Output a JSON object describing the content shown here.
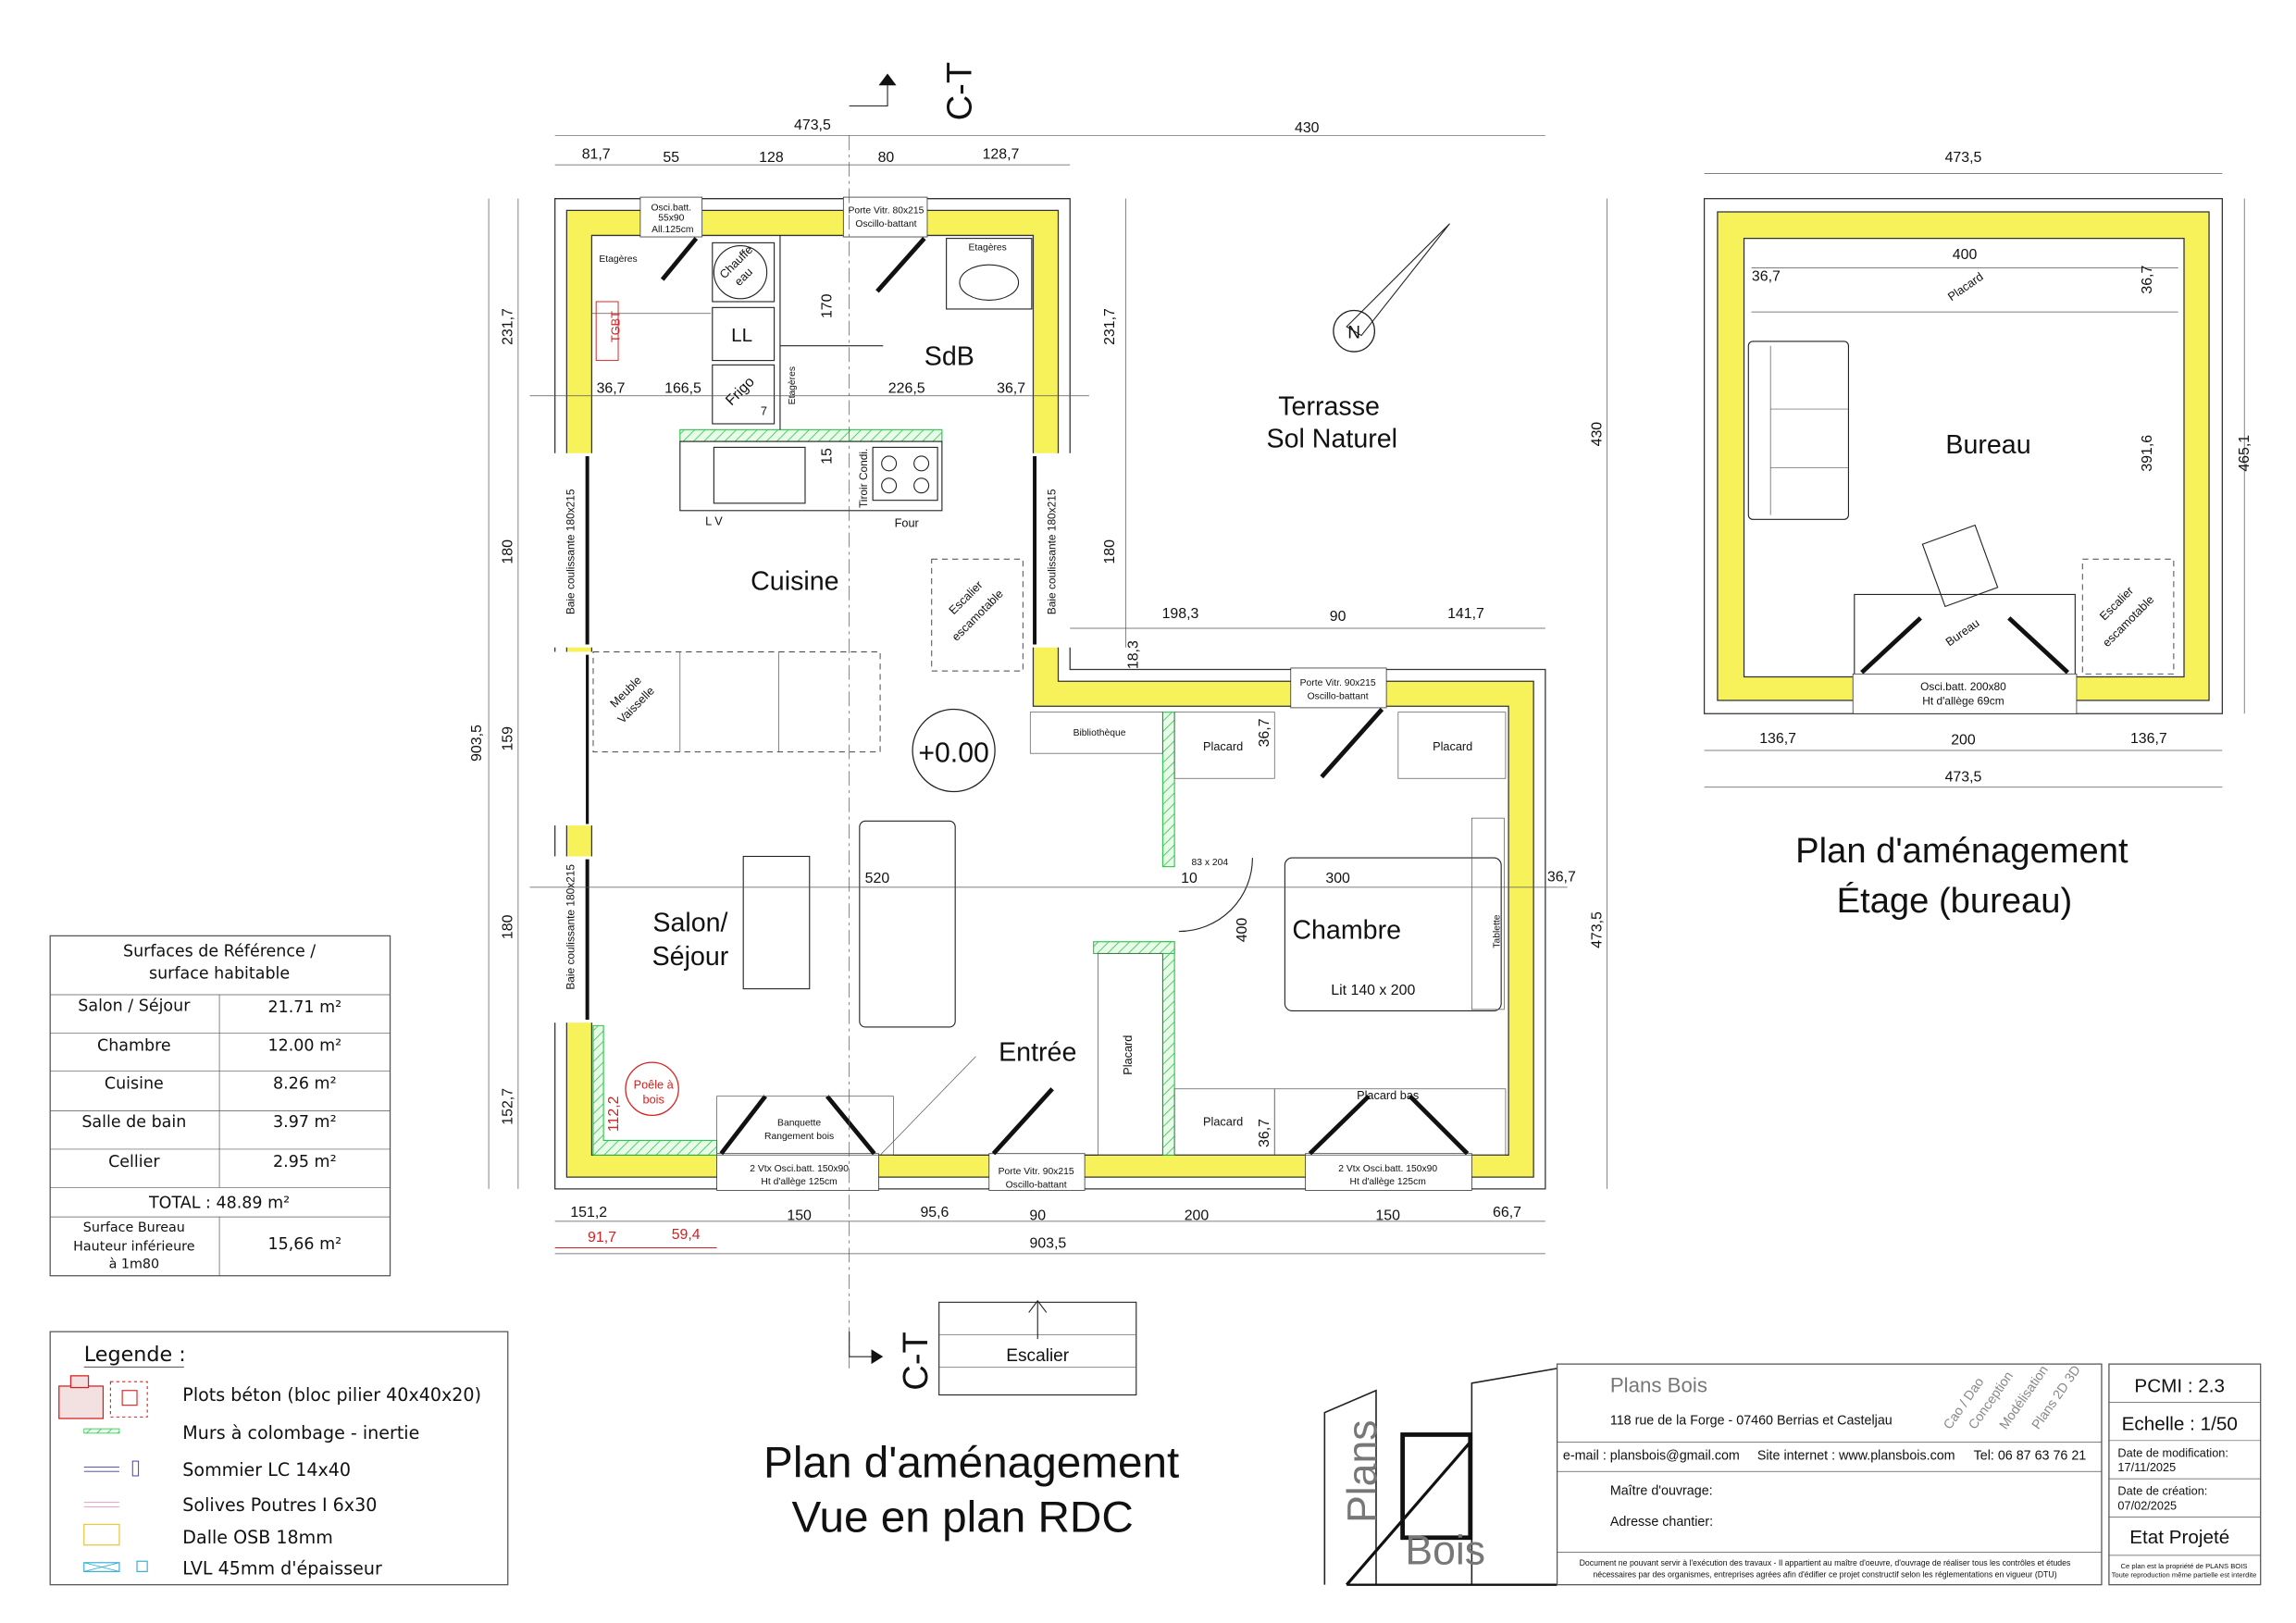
{
  "plan_rdc": {
    "title_line1": "Plan d'aménagement",
    "title_line2": "Vue en plan RDC",
    "section_marker": "C-T",
    "level": "+0.00",
    "rooms": {
      "cuisine": "Cuisine",
      "sdb": "SdB",
      "salon_line1": "Salon/",
      "salon_line2": "Séjour",
      "entree": "Entrée",
      "chambre": "Chambre",
      "terrasse_line1": "Terrasse",
      "terrasse_line2": "Sol Naturel"
    },
    "dims": [
      "473,5",
      "430",
      "81,7",
      "55",
      "128",
      "80",
      "128,7",
      "231,7",
      "180",
      "159",
      "180",
      "152,7",
      "903,5",
      "231,7",
      "180",
      "430",
      "473,5",
      "18,3",
      "36,7",
      "166,5",
      "226,5",
      "36,7",
      "170",
      "15",
      "7",
      "198,3",
      "90",
      "141,7",
      "36,7",
      "36,7",
      "520",
      "10",
      "300",
      "36,7",
      "400",
      "83 x 204",
      "151,2",
      "150",
      "95,6",
      "90",
      "200",
      "150",
      "66,7",
      "903,5",
      "91,7",
      "59,4",
      "112,2"
    ],
    "labels": [
      "Osci.batt.",
      "55x90",
      "All.125cm",
      "Porte Vitr. 80x215",
      "Oscillo-battant",
      "Etagères",
      "Chauffe",
      "eau",
      "LL",
      "Frigo",
      "Etagères",
      "Etagères",
      "TGBT",
      "L V",
      "Four",
      "Tiroir Condi.",
      "Baie coulissante 180x215",
      "Baie coulissante 180x215",
      "Baie coulissante 180x215",
      "Meuble",
      "Vaisselle",
      "Escalier",
      "escamotable",
      "Bibliothèque",
      "Placard",
      "Placard",
      "Porte Vitr. 90x215",
      "Oscillo-battant",
      "Lit 140 x 200",
      "Tablette",
      "Placard",
      "Placard bas",
      "Placard",
      "Banquette",
      "Rangement bois",
      "2 Vtx Osci.batt. 150x90",
      "Ht d'allège 125cm",
      "Porte Vitr. 90x215",
      "Oscillo-battant",
      "2 Vtx Osci.batt. 150x90",
      "Ht d'allège 125cm",
      "Poêle à",
      "bois",
      "Escalier"
    ]
  },
  "plan_etage": {
    "title_line1": "Plan d'aménagement",
    "title_line2": "Étage (bureau)",
    "room": "Bureau",
    "dims": [
      "473,5",
      "400",
      "36,7",
      "36,7",
      "391,6",
      "465,1",
      "136,7",
      "200",
      "136,7",
      "473,5"
    ],
    "labels": [
      "Placard",
      "Bureau",
      "Osci.batt. 200x80",
      "Ht d'allège 69cm",
      "Escalier",
      "escamotable"
    ]
  },
  "surfaces": {
    "title_line1": "Surfaces de Référence /",
    "title_line2": "surface habitable",
    "rows": [
      {
        "room": "Salon / Séjour",
        "area": "21.71 m²"
      },
      {
        "room": "Chambre",
        "area": "12.00 m²"
      },
      {
        "room": "Cuisine",
        "area": "8.26 m²"
      },
      {
        "room": "Salle de bain",
        "area": "3.97 m²"
      },
      {
        "room": "Cellier",
        "area": "2.95 m²"
      }
    ],
    "total": "TOTAL : 48.89 m²",
    "bureau_line1": "Surface Bureau",
    "bureau_line2": "Hauteur inférieure",
    "bureau_line3": "à 1m80",
    "bureau_area": "15,66 m²"
  },
  "legend": {
    "title": "Legende :",
    "items": [
      {
        "label": "Plots béton (bloc pilier 40x40x20)",
        "color": "#d62020"
      },
      {
        "label": "Murs à colombage - inertie",
        "color": "#2cc44a"
      },
      {
        "label": "Sommier LC 14x40",
        "color": "#3b3bb0"
      },
      {
        "label": "Solives Poutres I 6x30",
        "color": "#e6a0c0"
      },
      {
        "label": "Dalle OSB 18mm",
        "color": "#e8c840"
      },
      {
        "label": "LVL 45mm d'épaisseur",
        "color": "#27a9d6"
      }
    ]
  },
  "title_block": {
    "company": "Plans Bois",
    "address": "118 rue de la Forge - 07460 Berrias et Casteljau",
    "services": [
      "Cao / Dao",
      "Conception",
      "Modélisation",
      "Plans 2D 3D"
    ],
    "email": "e-mail : plansbois@gmail.com",
    "website": "Site internet : www.plansbois.com",
    "phone": "Tel: 06 87 63 76 21",
    "maitre_ouvrage": "Maître d'ouvrage:",
    "adresse_chantier": "Adresse chantier:",
    "disclaimer_line1": "Document ne pouvant servir à l'exécution des travaux - Il appartient au maître d'oeuvre, d'ouvrage de réaliser tous les contrôles et études",
    "disclaimer_line2": "nécessaires par des organismes, entreprises agrées afin d'édifier ce projet constructif selon les réglementations en vigueur (DTU)",
    "pcmi": "PCMI :  2.3",
    "echelle": "Echelle : 1/50",
    "date_modif_label": "Date de modification:",
    "date_modif": "17/11/2025",
    "date_creation_label": "Date de création:",
    "date_creation": "07/02/2025",
    "etat": "Etat Projeté",
    "property_line1": "Ce plan est la propriété de PLANS BOIS",
    "property_line2": "Toute reproduction même partielle est interdite",
    "logo_text_1": "Plans",
    "logo_text_2": "Bois"
  },
  "colors": {
    "insulation": "#f7f25a",
    "timber_wall": "#2cc44a",
    "annotation_red": "#d62020"
  }
}
